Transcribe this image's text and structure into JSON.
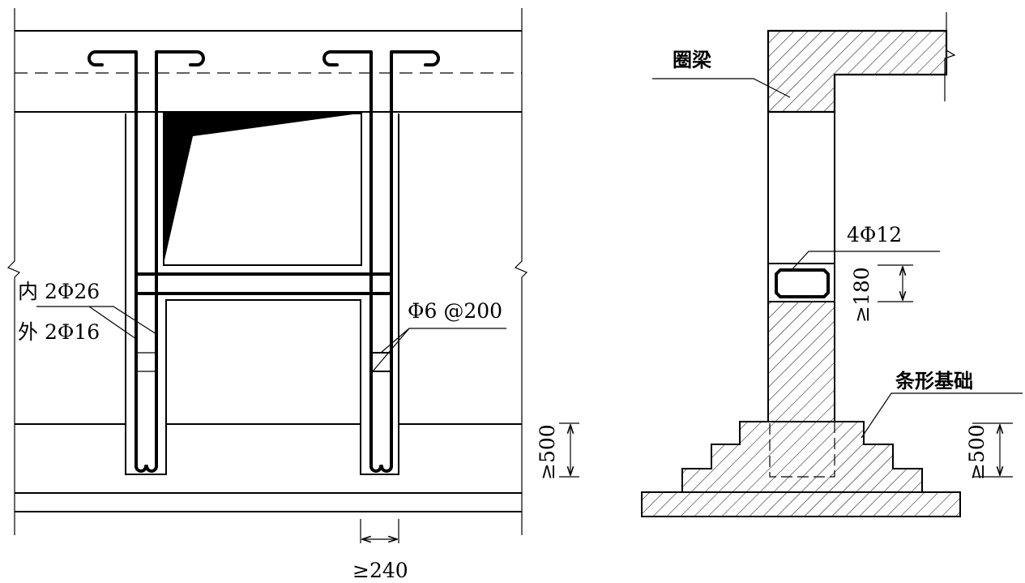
{
  "left_elevation": {
    "label_inner_bars": "内 2Φ26",
    "label_outer_bars": "外 2Φ16",
    "label_stirrups": "Φ6 @200",
    "dim_width": "≥240",
    "dim_embed": "≥500"
  },
  "right_section": {
    "label_ring_beam": "圈梁",
    "label_tie_bars": "4Φ12",
    "dim_tie_height": "≥180",
    "label_strip_foundation": "条形基础",
    "dim_embed": "≥500"
  }
}
